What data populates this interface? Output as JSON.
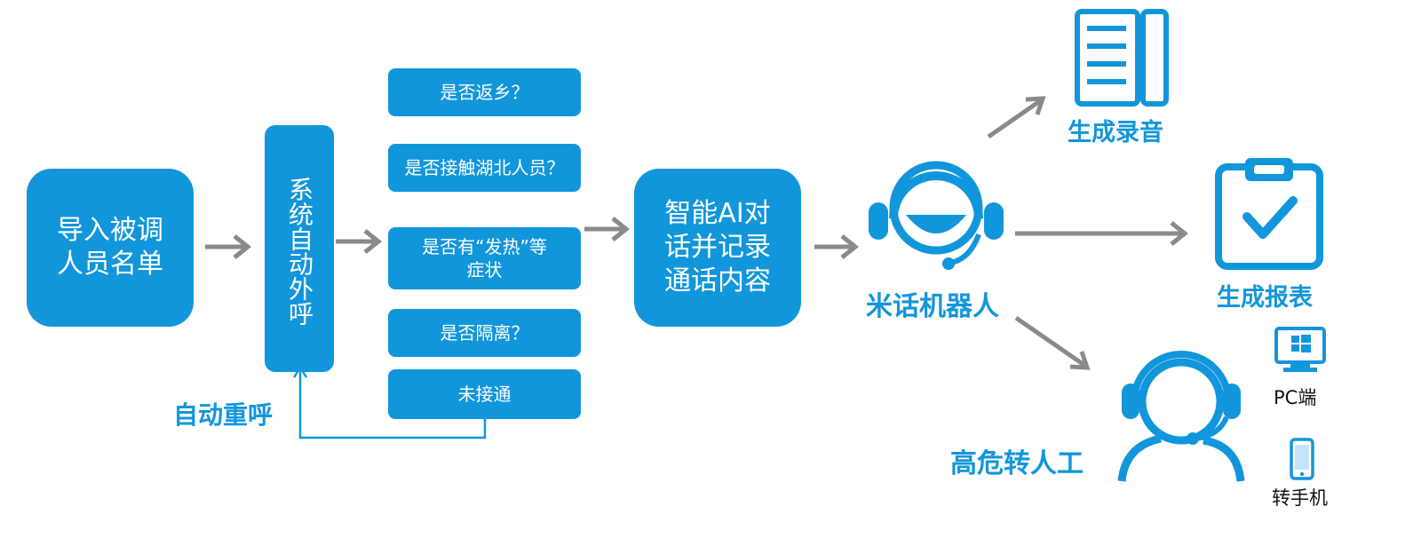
{
  "flow": {
    "import_list": "导入被调\n人员名单",
    "auto_call": "系统自动外呼",
    "ai_dialog": "智能AI对\n话并记录\n通话内容"
  },
  "questions": [
    "是否返乡？",
    "是否接触湖北人员？",
    "是否有“发热”等\n症状",
    "是否隔离？",
    "未接通"
  ],
  "labels": {
    "auto_redial": "自动重呼",
    "robot": "米话机器人",
    "gen_recording": "生成录音",
    "gen_report": "生成报表",
    "high_risk": "高危转人工",
    "pc": "PC端",
    "phone": "转手机"
  },
  "colors": {
    "primary": "#1296db",
    "arrow": "#8a8a8a",
    "text_dark": "#111111"
  },
  "icons": {
    "recording": "document-icon",
    "report": "clipboard-check-icon",
    "robot": "headset-robot-icon",
    "human": "headset-agent-icon",
    "pc": "monitor-windows-icon",
    "phone": "smartphone-icon"
  }
}
